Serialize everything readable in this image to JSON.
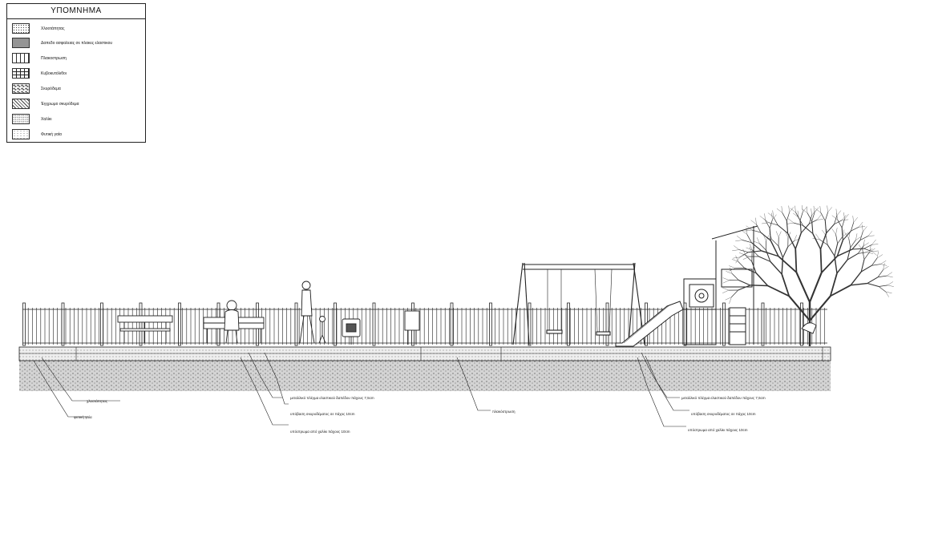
{
  "legend": {
    "title": "ΥΠΟΜΝΗΜΑ",
    "items": [
      {
        "label": "Χλοοτάπητας",
        "pattern": "dots"
      },
      {
        "label": "Δαπεδο ασφαλειας σε πλακες ελαστικου",
        "pattern": "dense"
      },
      {
        "label": "Πλακοστρωση",
        "pattern": "cells"
      },
      {
        "label": "Κυβοκυτόλιθοι",
        "pattern": "grid"
      },
      {
        "label": "Σκυρόδεμα",
        "pattern": "stone"
      },
      {
        "label": "Έγχρωμο σκυρόδεμα",
        "pattern": "cross"
      },
      {
        "label": "Χαλίκι",
        "pattern": "speck"
      },
      {
        "label": "Φυτική γαία",
        "pattern": "light"
      }
    ]
  },
  "annotations": {
    "a1": "χλοοτάπητας",
    "a2": "φυτική γαία",
    "a3": "υπόβαση σκυροδέματος σε πάχος 10cm",
    "a4": "μεταλλικό πλέγμα ελαστικού δαπέδου πάχους 7,5cm",
    "a5": "υπόστρωμα από χαλίκι πάχους 10cm",
    "a6": "πλακόστρωση",
    "a7": "μεταλλικό πλέγμα ελαστικού δαπέδου πάχους 7,5cm",
    "a8": "υπόβαση σκυροδέματος σε πάχος 10cm",
    "a9": "υπόστρωμα από χαλίκι πάχους 10cm"
  },
  "colors": {
    "line": "#222222",
    "ground": "#c8c8c8"
  }
}
